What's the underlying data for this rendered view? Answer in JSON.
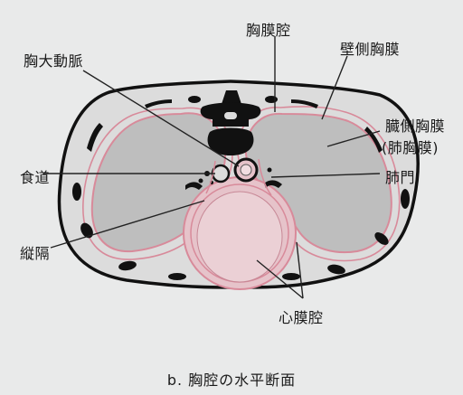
{
  "labels": {
    "aorta": "胸大動脈",
    "pleural_cavity": "胸膜腔",
    "parietal_pleura": "壁側胸膜",
    "visceral_pleura": "臓側胸膜",
    "pulmonary_pleura": "(肺胸膜)",
    "esophagus": "食道",
    "hilum": "肺門",
    "mediastinum": "縦隔",
    "pericardial_cavity": "心膜腔"
  },
  "caption": "b. 胸腔の水平断面",
  "colors": {
    "body_fill": "#dcdcdc",
    "lung_fill": "#bebebe",
    "pleura_line": "#d88a9a",
    "pericardium_fill": "#e6c3ca",
    "bone": "#111111"
  }
}
